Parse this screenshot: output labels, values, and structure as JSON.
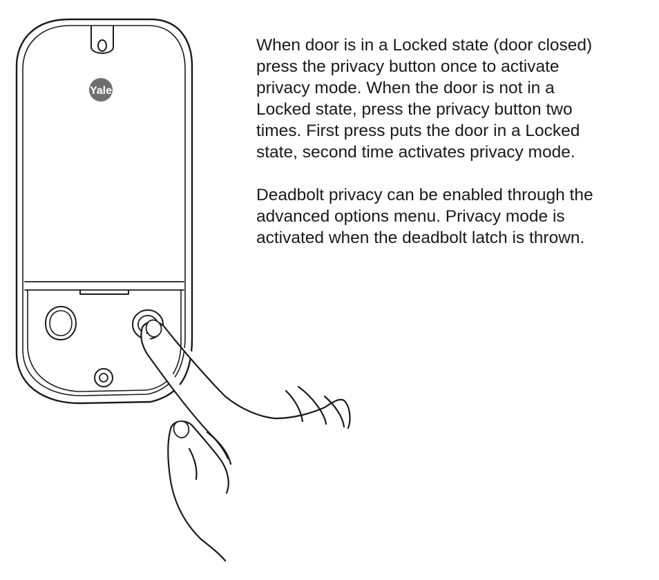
{
  "device": {
    "brand_logo": "Yale",
    "colors": {
      "line": "#1a1a1a",
      "badge": "#6f6f6f",
      "badge_text": "#ffffff",
      "background": "#ffffff"
    },
    "icons": [
      "lock-body",
      "privacy-button",
      "fingertip-hand"
    ]
  },
  "instructions": {
    "paragraph_1": "When door is in a Locked state (door closed)\npress the privacy button once to activate\nprivacy mode. When the door is not in a\nLocked state, press the privacy button two\ntimes. First press puts the door in a Locked\nstate, second time activates privacy mode.",
    "paragraph_2": "Deadbolt privacy can be enabled through the\nadvanced options menu. Privacy mode is\nactivated when the deadbolt latch is thrown."
  }
}
